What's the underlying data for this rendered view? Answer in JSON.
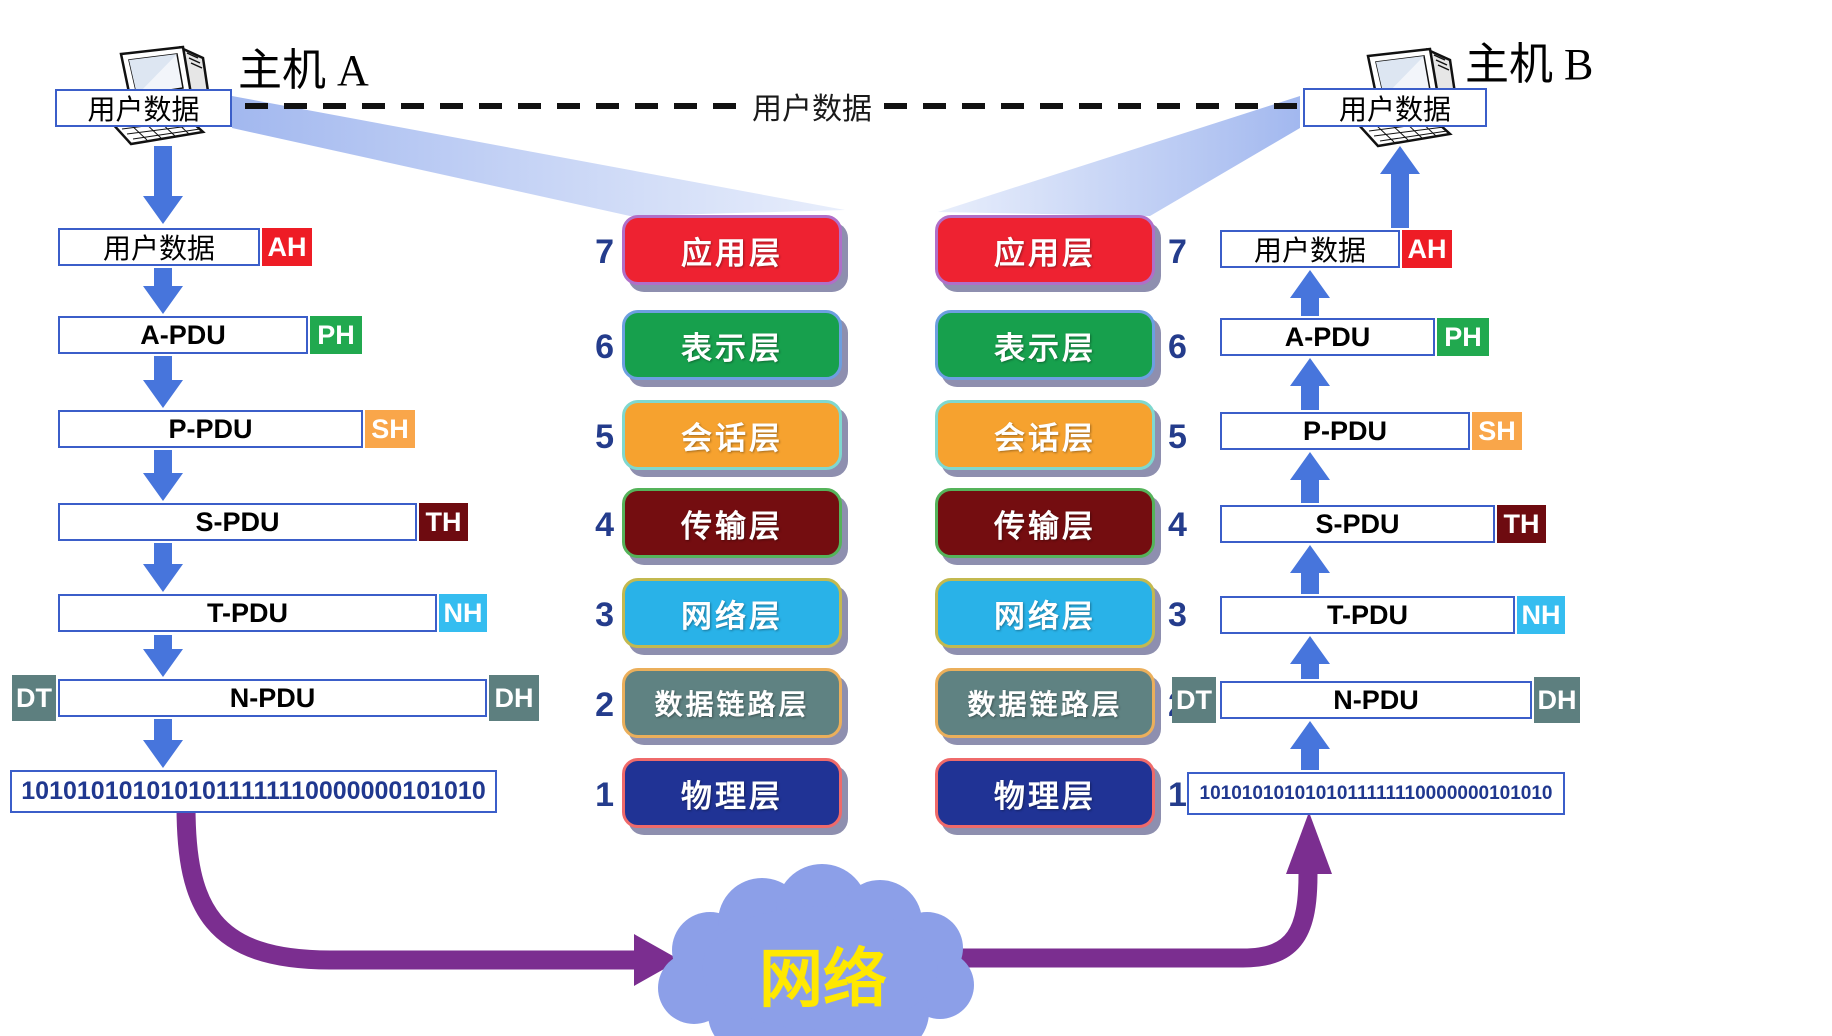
{
  "hosts": {
    "a_label": "主机 A",
    "b_label": "主机 B"
  },
  "top": {
    "user_data_a": "用户数据",
    "center_user_data": "用户数据",
    "user_data_b": "用户数据"
  },
  "left_stack": {
    "rows": [
      {
        "label": "用户数据",
        "tag": "AH"
      },
      {
        "label": "A-PDU",
        "tag": "PH"
      },
      {
        "label": "P-PDU",
        "tag": "SH"
      },
      {
        "label": "S-PDU",
        "tag": "TH"
      },
      {
        "label": "T-PDU",
        "tag": "NH"
      },
      {
        "label": "N-PDU",
        "tag_left": "DT",
        "tag_right": "DH"
      }
    ],
    "bitstream": "1010101010101011111110000000101010"
  },
  "right_stack": {
    "rows": [
      {
        "label": "用户数据",
        "tag": "AH"
      },
      {
        "label": "A-PDU",
        "tag": "PH"
      },
      {
        "label": "P-PDU",
        "tag": "SH"
      },
      {
        "label": "S-PDU",
        "tag": "TH"
      },
      {
        "label": "T-PDU",
        "tag": "NH"
      },
      {
        "label": "N-PDU",
        "tag_left": "DT",
        "tag_right": "DH"
      }
    ],
    "bitstream": "1010101010101011111110000000101010"
  },
  "osi": {
    "layers": [
      {
        "num": "7",
        "name": "应用层",
        "fill": "#EE2231",
        "edge": "#B06FC8"
      },
      {
        "num": "6",
        "name": "表示层",
        "fill": "#17A04D",
        "edge": "#6D9FE0"
      },
      {
        "num": "5",
        "name": "会话层",
        "fill": "#F6A22F",
        "edge": "#7FD8CF"
      },
      {
        "num": "4",
        "name": "传输层",
        "fill": "#740D10",
        "edge": "#55B35A"
      },
      {
        "num": "3",
        "name": "网络层",
        "fill": "#29B2E8",
        "edge": "#C3B94F"
      },
      {
        "num": "2",
        "name": "数据链路层",
        "fill": "#5F8282",
        "edge": "#EBAF5B"
      },
      {
        "num": "1",
        "name": "物理层",
        "fill": "#203395",
        "edge": "#EF6A6A"
      }
    ]
  },
  "cloud": {
    "label": "网络",
    "fill": "#8C9FE8",
    "label_color": "#FFE800"
  },
  "tag_colors": {
    "AH": "#EE1C25",
    "PH": "#21A94F",
    "SH": "#F9A64A",
    "TH": "#6E0B10",
    "NH": "#35BDF0",
    "DT": "#5D7F7F",
    "DH": "#5D7F7F"
  },
  "colors": {
    "arrow_blue": "#4775DC",
    "purple": "#7B2E90",
    "beam_blue": "#B9C8F2",
    "box_border": "#3B5EC9",
    "binary_text": "#20388F",
    "number_text": "#243C8C",
    "dashed_line": "#111111"
  }
}
